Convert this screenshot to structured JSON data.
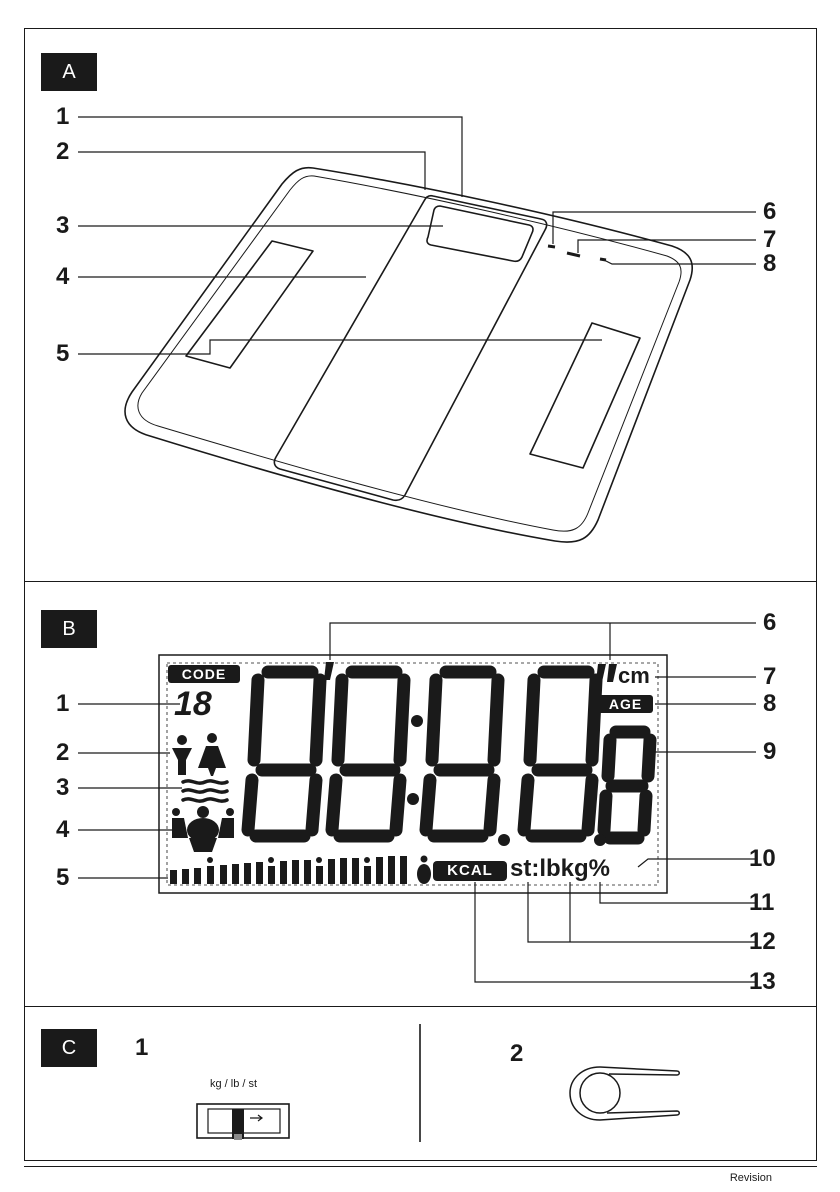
{
  "sections": {
    "a": "A",
    "b": "B",
    "c": "C"
  },
  "scale_callouts": [
    "1",
    "2",
    "3",
    "4",
    "5",
    "6",
    "7",
    "8"
  ],
  "display_callouts": [
    "1",
    "2",
    "3",
    "4",
    "5",
    "6",
    "7",
    "8",
    "9",
    "10",
    "11",
    "12",
    "13"
  ],
  "display_labels": {
    "code": "CODE",
    "code_digits": "18",
    "age": "AGE",
    "unit_cm": "cm",
    "kcal": "KCAL",
    "units": "st:lbkg%"
  },
  "switch": {
    "number": "1",
    "label": "kg / lb / st"
  },
  "clip": {
    "number": "2"
  },
  "footer": {
    "revision": "Revision"
  }
}
